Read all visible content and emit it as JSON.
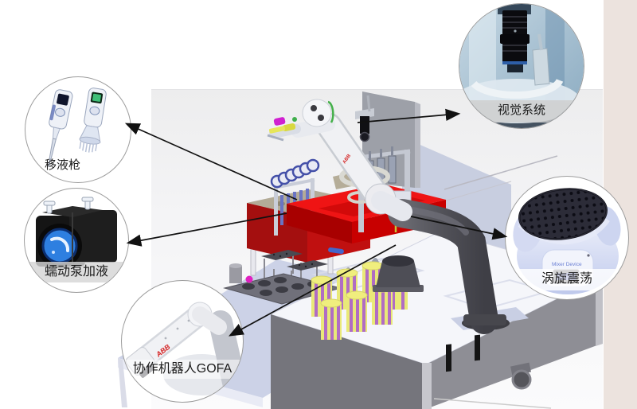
{
  "callouts": {
    "pipette": {
      "label": "移液枪"
    },
    "pump": {
      "label": "蠕动泵加液"
    },
    "robot": {
      "label": "协作机器人GOFA"
    },
    "vision": {
      "label": "视觉系统"
    },
    "vortex": {
      "label": "涡旋震荡"
    }
  },
  "scene": {
    "robot_brand": "ABB",
    "vortex_device_text": "Mixer Device"
  },
  "colors": {
    "arrow": "#111111",
    "trough_red": "#e30000",
    "pump_box_red": "#b01010",
    "deck_lavender": "#ccd2e7",
    "cabinet_gray": "#8e8e95",
    "edge_band_beige": "#ece3de",
    "abb_red": "#d42020"
  }
}
